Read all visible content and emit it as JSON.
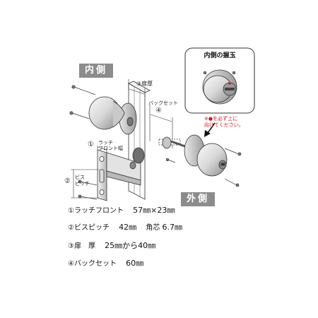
{
  "labels": {
    "inside": "内側",
    "outside": "外側",
    "callout_title": "内側の握玉",
    "door_thickness": "③扉厚",
    "backset_label": "バックセット",
    "backset_num": "④",
    "latch_num": "①",
    "latch_front_1": "ラッチ",
    "latch_front_2": "フロント幅",
    "screw_num": "②",
    "screw_pitch_1": "ビス",
    "screw_pitch_2": "ピッチ",
    "warning_line1": "※●を必ず上に",
    "warning_line2": "向けてください。"
  },
  "specs": [
    {
      "num": "①",
      "name": "ラッチフロント",
      "value": "57㎜×23㎜",
      "extra_name": "",
      "extra_value": ""
    },
    {
      "num": "②",
      "name": "ビスピッチ",
      "value": "42㎜",
      "extra_name": "角芯",
      "extra_value": "6.7㎜"
    },
    {
      "num": "③",
      "name": "扉　厚",
      "value": "25㎜から40㎜",
      "extra_name": "",
      "extra_value": ""
    },
    {
      "num": "④",
      "name": "バックセット",
      "value": "60㎜",
      "extra_name": "",
      "extra_value": ""
    }
  ],
  "colors": {
    "tag_bg": "#8c8c8c",
    "warning": "#d0161a",
    "line": "#333333",
    "metal_light": "#f0f0f0",
    "metal_dark": "#7a7a7a"
  }
}
